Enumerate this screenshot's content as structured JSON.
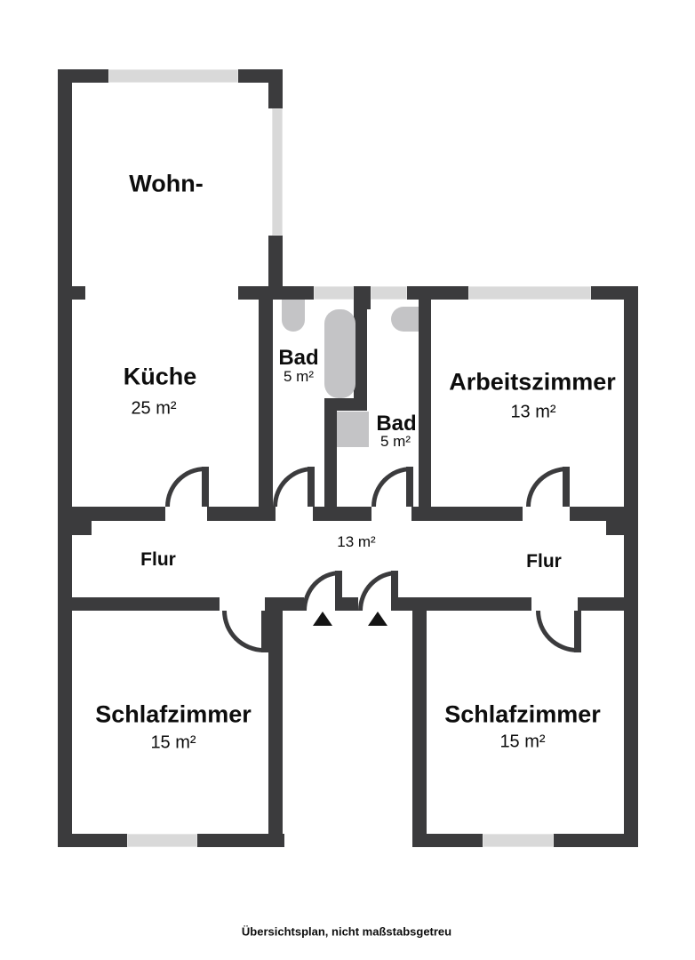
{
  "plan_type": "floor-plan",
  "colors": {
    "wall": "#3b3b3d",
    "window": "#d9d9d9",
    "fixture": "#c4c4c6",
    "background": "#ffffff",
    "text": "#0d0d0d"
  },
  "fixtures": [
    "sink",
    "bathtub",
    "sink",
    "shower"
  ],
  "entrance_markers": 2,
  "labels": {
    "wohn": {
      "name": "Wohn-"
    },
    "kueche": {
      "name": "Küche",
      "area": "25 m²"
    },
    "bad_top": {
      "name": "Bad",
      "area": "5 m²"
    },
    "bad_bottom": {
      "name": "Bad",
      "area": "5 m²"
    },
    "arbeitszimmer": {
      "name": "Arbeitszimmer",
      "area": "13 m²"
    },
    "flur_left": {
      "name": "Flur"
    },
    "flur_right": {
      "name": "Flur"
    },
    "flur": {
      "area": "13 m²"
    },
    "schlafzimmer_left": {
      "name": "Schlafzimmer",
      "area": "15 m²"
    },
    "schlafzimmer_right": {
      "name": "Schlafzimmer",
      "area": "15 m²"
    },
    "caption": "Übersichtsplan, nicht maßstabsgetreu"
  }
}
